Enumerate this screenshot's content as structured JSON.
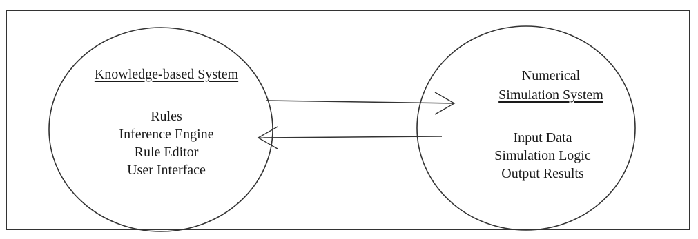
{
  "left_circle": {
    "title": "Knowledge-based System",
    "items": [
      "Rules",
      "Inference Engine",
      "Rule Editor",
      "User Interface"
    ]
  },
  "right_circle": {
    "title_line1": "Numerical",
    "title_line2": "Simulation System",
    "items": [
      "Input Data",
      "Simulation Logic",
      "Output Results"
    ]
  },
  "colors": {
    "stroke": "#333333",
    "text": "#1a1a1a",
    "background": "#ffffff"
  }
}
